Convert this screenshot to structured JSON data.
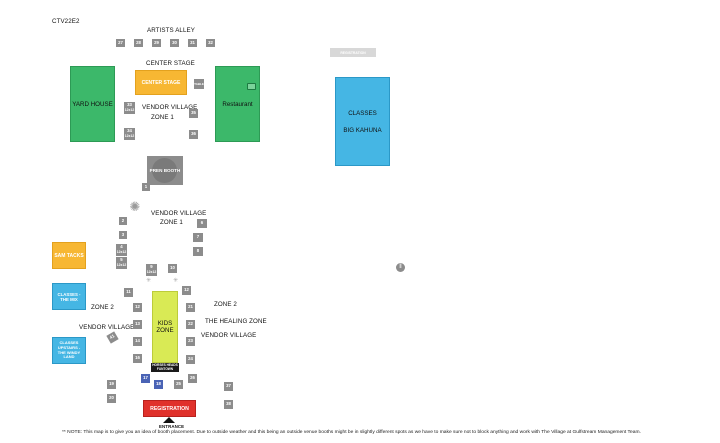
{
  "map_code": "CTV22E2",
  "labels": {
    "artists_alley": "ARTISTS ALLEY",
    "center_stage_title": "CENTER STAGE",
    "vendor_village_1": "VENDOR VILLAGE",
    "zone_1": "ZONE 1",
    "vendor_village_1b": "VENDOR VILLAGE",
    "zone_1b": "ZONE 1",
    "zone_2_left": "ZONE 2",
    "vendor_village_left": "VENDOR VILLAGE",
    "zone_2_right": "ZONE 2",
    "healing_zone": "THE HEALING ZONE",
    "vendor_village_right": "VENDOR VILLAGE",
    "entrance": "ENTRANCE"
  },
  "blocks": {
    "yard_house": "YARD HOUSE",
    "center_stage": "CENTER STAGE",
    "restaurant": "Restaurant",
    "classes_top": "CLASSES",
    "big_kahuna": "BIG KAHUNA",
    "registration_small": "REGISTRATION",
    "pren_booth": "PREN BOOTH",
    "sam_tacks": "SAM TACKS",
    "classes_the_mix": "CLASSES - THE MIX",
    "classes_upstairs": "CLASSES UPSTAIRS - THE WINDY LAND",
    "kids_zone": "KIDS ZONE",
    "kids_sign": "HORSES HEADS FUNTOWN",
    "registration": "REGISTRATION",
    "table": "TABLE"
  },
  "booths": {
    "b27": "27",
    "b28": "28",
    "b29": "29",
    "b30": "30",
    "b31": "31",
    "b32": "32",
    "b33": "33",
    "b33s": "12x12",
    "b34": "34",
    "b34s": "12x12",
    "b35": "35",
    "b36": "36",
    "b1": "1",
    "b2": "2",
    "b3": "3",
    "b4": "4",
    "b4s": "12x12",
    "b5": "5",
    "b5s": "12x12",
    "b6": "6",
    "b7": "7",
    "b8": "8",
    "b9": "9",
    "b9s": "12x12",
    "b10": "10",
    "b11": "11",
    "b12": "12",
    "b13": "13",
    "b14": "14",
    "b15": "15",
    "b16": "16",
    "b17": "17",
    "b18": "18",
    "b19": "19",
    "b20": "20",
    "b21": "21",
    "b22": "22",
    "b23": "23",
    "b24": "24",
    "b25": "25",
    "b26": "26",
    "b37": "37",
    "b38": "38",
    "b39": "39",
    "b40": "40",
    "b41": "41",
    "b42": "42"
  },
  "note": "** NOTE: This map is to give you an idea of booth placement. Due to outside weather and this being an outside venue booths might be in slightly different spots as we have to make sure not to block anything and work with The Village at Gulfstream Management Team.",
  "colors": {
    "green": "#3cb86a",
    "blue": "#45b6e4",
    "orange": "#f7b733",
    "lime": "#d9ea55",
    "red": "#e0312b",
    "gray": "#8c8c8c",
    "navy_booth": "#4a63b5"
  }
}
